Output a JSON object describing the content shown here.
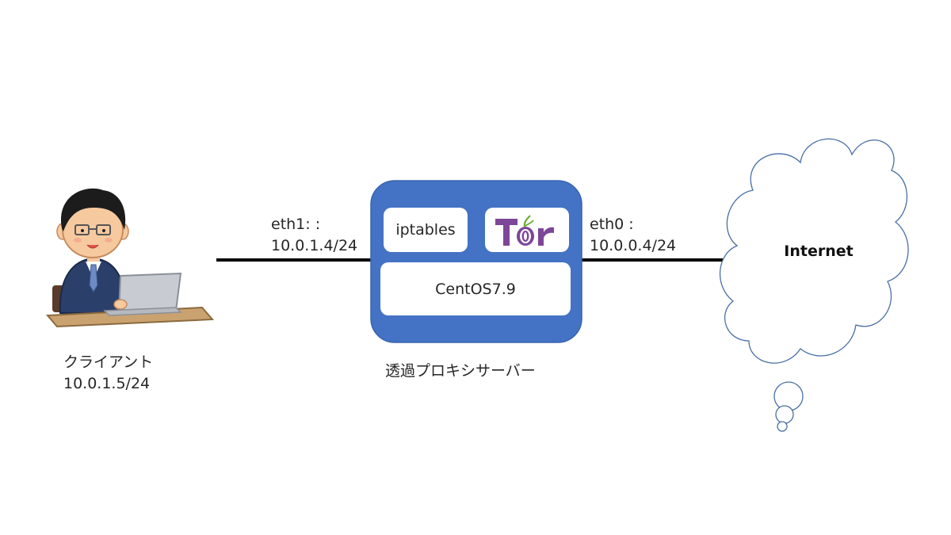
{
  "client": {
    "name": "クライアント",
    "ip": "10.0.1.5/24"
  },
  "eth1": {
    "label": "eth1: :",
    "ip": "10.0.1.4/24"
  },
  "eth0": {
    "label": "eth0 :",
    "ip": "10.0.0.4/24"
  },
  "server": {
    "caption": "透過プロキシサーバー",
    "iptables_label": "iptables",
    "os_label": "CentOS7.9",
    "tor_logo_text": "Tor",
    "box_color": "#4472c4"
  },
  "internet": {
    "label": "Internet"
  },
  "colors": {
    "link_line": "#000000",
    "cloud_stroke": "#4a6fa5",
    "tor_purple": "#7d4698"
  }
}
